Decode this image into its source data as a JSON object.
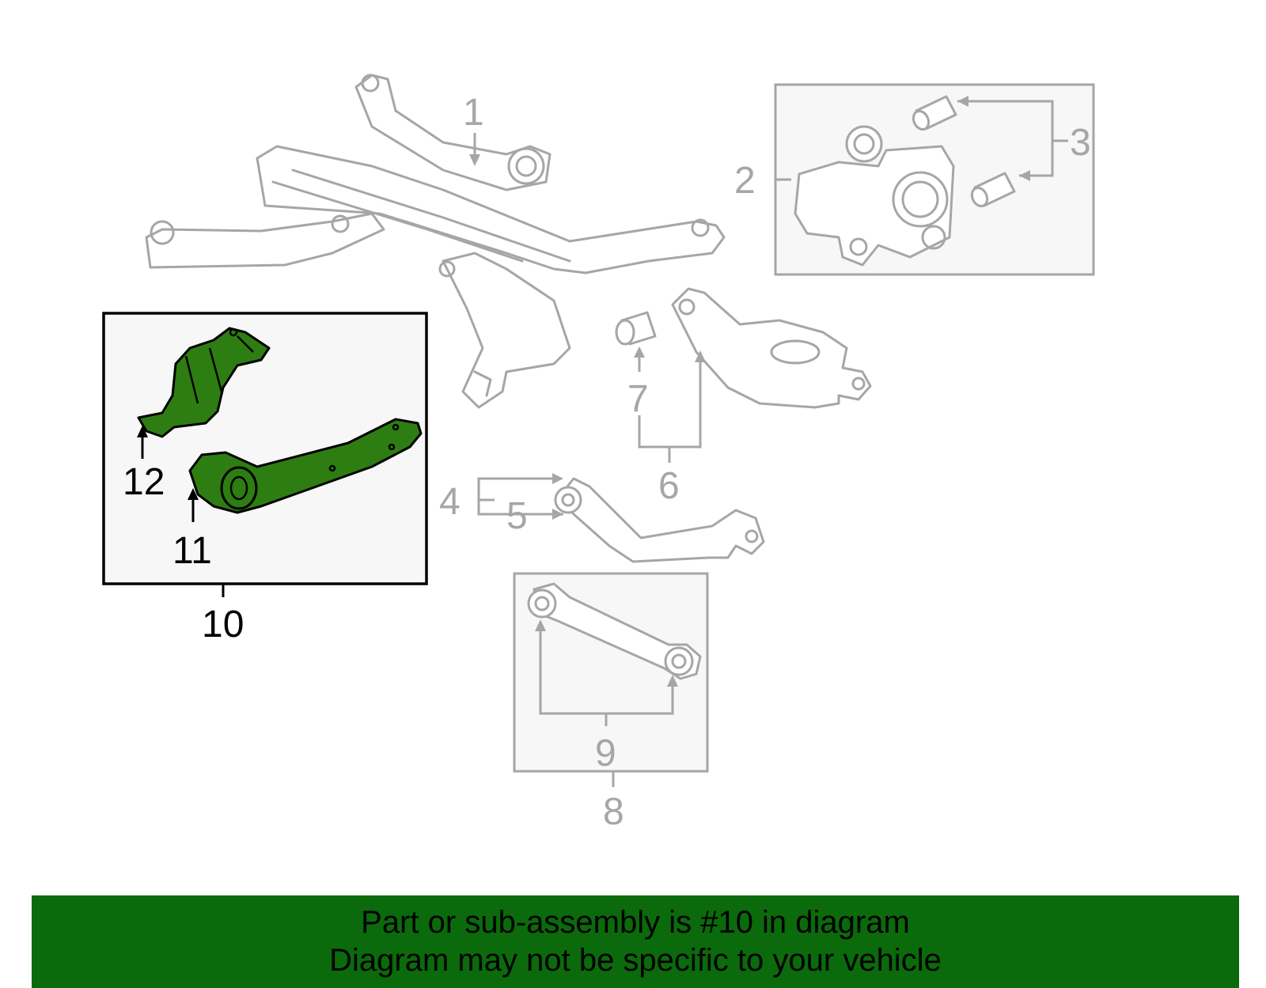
{
  "callouts": {
    "c1": "1",
    "c2": "2",
    "c3": "3",
    "c4": "4",
    "c5": "5",
    "c6": "6",
    "c7": "7",
    "c8": "8",
    "c9": "9",
    "c10": "10",
    "c11": "11",
    "c12": "12"
  },
  "highlight_color": "#2e7d12",
  "banner": {
    "line1": "Part or sub-assembly is #10 in diagram",
    "line2": "Diagram may not be specific to your vehicle",
    "background": "#0b6a0b"
  }
}
